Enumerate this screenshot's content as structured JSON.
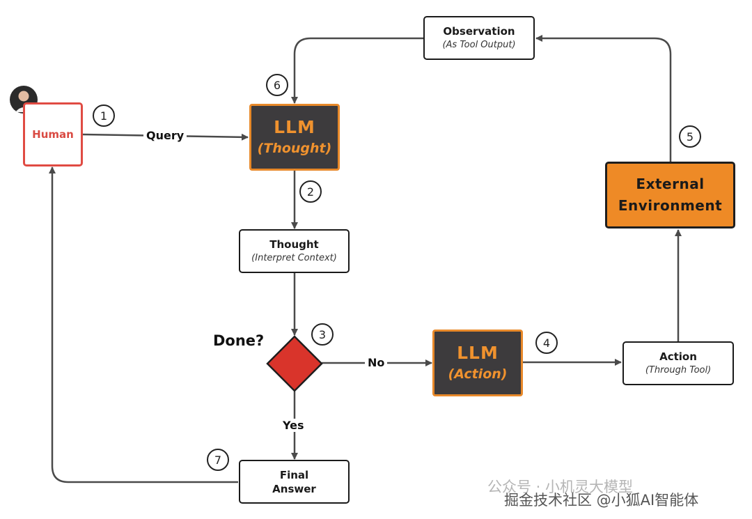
{
  "nodes": {
    "human": {
      "label": "Human"
    },
    "llm_thought": {
      "title": "LLM",
      "subtitle": "(Thought)"
    },
    "thought": {
      "title": "Thought",
      "subtitle": "(Interpret Context)"
    },
    "decision": {
      "label": "Done?"
    },
    "llm_action": {
      "title": "LLM",
      "subtitle": "(Action)"
    },
    "action": {
      "title": "Action",
      "subtitle": "(Through Tool)"
    },
    "environment": {
      "line1": "External",
      "line2": "Environment"
    },
    "observation": {
      "title": "Observation",
      "subtitle": "(As Tool Output)"
    },
    "final_answer": {
      "line1": "Final",
      "line2": "Answer"
    }
  },
  "edge_labels": {
    "query": "Query",
    "no": "No",
    "yes": "Yes"
  },
  "steps": [
    "1",
    "2",
    "3",
    "4",
    "5",
    "6",
    "7"
  ],
  "watermark": {
    "back_text": "公众号 · 小机灵大模型",
    "front_text": "掘金技术社区 @小狐AI智能体"
  },
  "colors": {
    "llm_fill": "#3d3b3d",
    "llm_accent": "#e8892a",
    "environment_fill": "#ee8a26",
    "human_border": "#e04b43",
    "decision_fill": "#d9342b",
    "line": "#4a4a4a"
  }
}
